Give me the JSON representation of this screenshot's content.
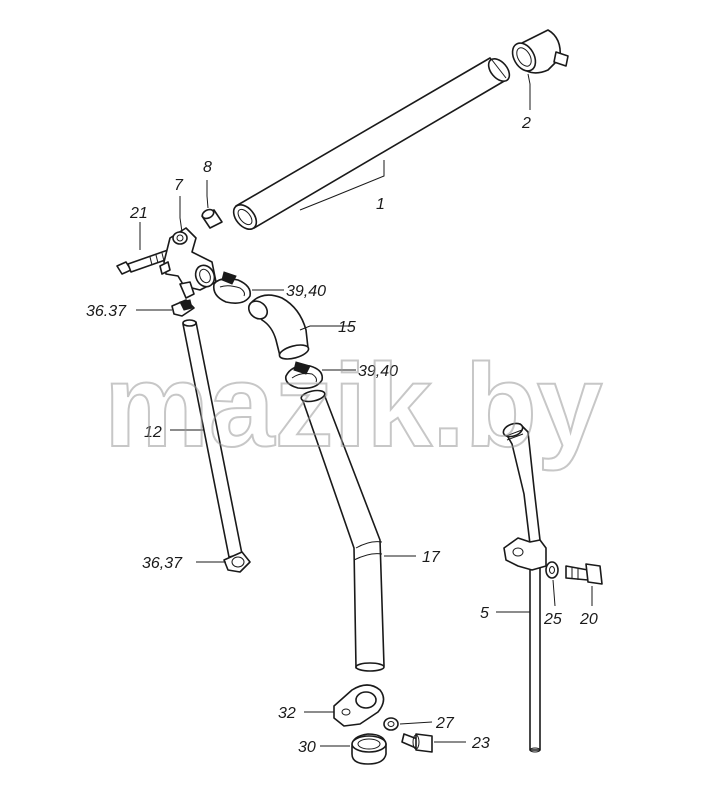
{
  "watermark": "mazik.by",
  "callouts": {
    "p1": "1",
    "p2": "2",
    "p5": "5",
    "p7": "7",
    "p8": "8",
    "p12": "12",
    "p15": "15",
    "p17": "17",
    "p20": "20",
    "p21": "21",
    "p23": "23",
    "p25": "25",
    "p27": "27",
    "p30": "30",
    "p32": "32",
    "p36a": "36.37",
    "p36b": "36,37",
    "p39a": "39,40",
    "p39b": "39,40"
  }
}
